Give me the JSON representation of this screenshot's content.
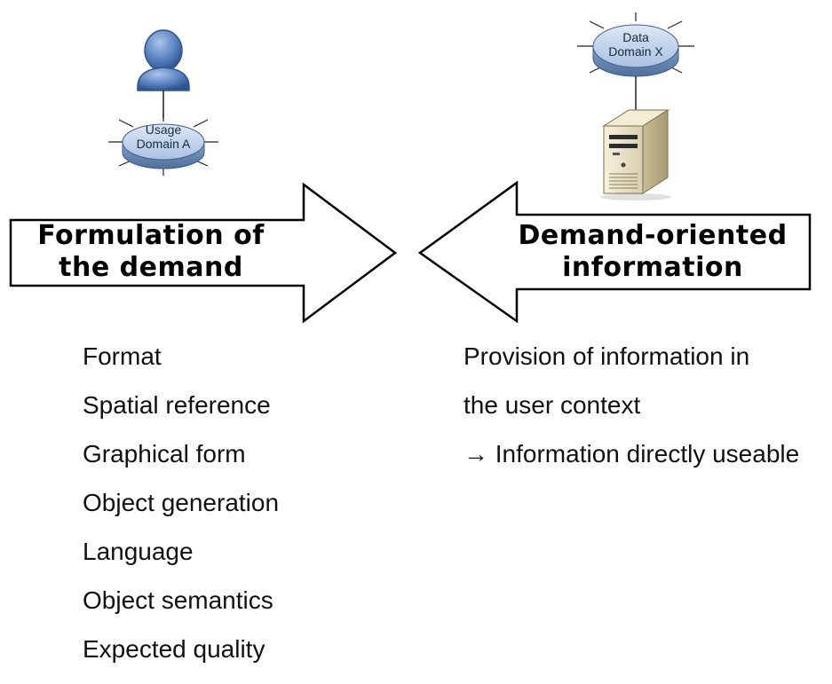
{
  "left_domain": {
    "line1": "Usage",
    "line2": "Domain A"
  },
  "right_domain": {
    "line1": "Data",
    "line2": "Domain X"
  },
  "left_arrow": {
    "line1": "Formulation of",
    "line2": "the demand"
  },
  "right_arrow": {
    "line1": "Demand-oriented",
    "line2": "information"
  },
  "demand_criteria": [
    "Format",
    "Spatial reference",
    "Graphical form",
    "Object generation",
    "Language",
    "Object semantics",
    "Expected quality"
  ],
  "provision": {
    "line1": "Provision of information in",
    "line2": "the user context",
    "line3": "→ Information directly useable"
  },
  "colors": {
    "badge_fill": "#b8cde6",
    "badge_stroke": "#4a6a94",
    "user_fill": "#5a84c0",
    "server_fill": "#efe7cc"
  }
}
